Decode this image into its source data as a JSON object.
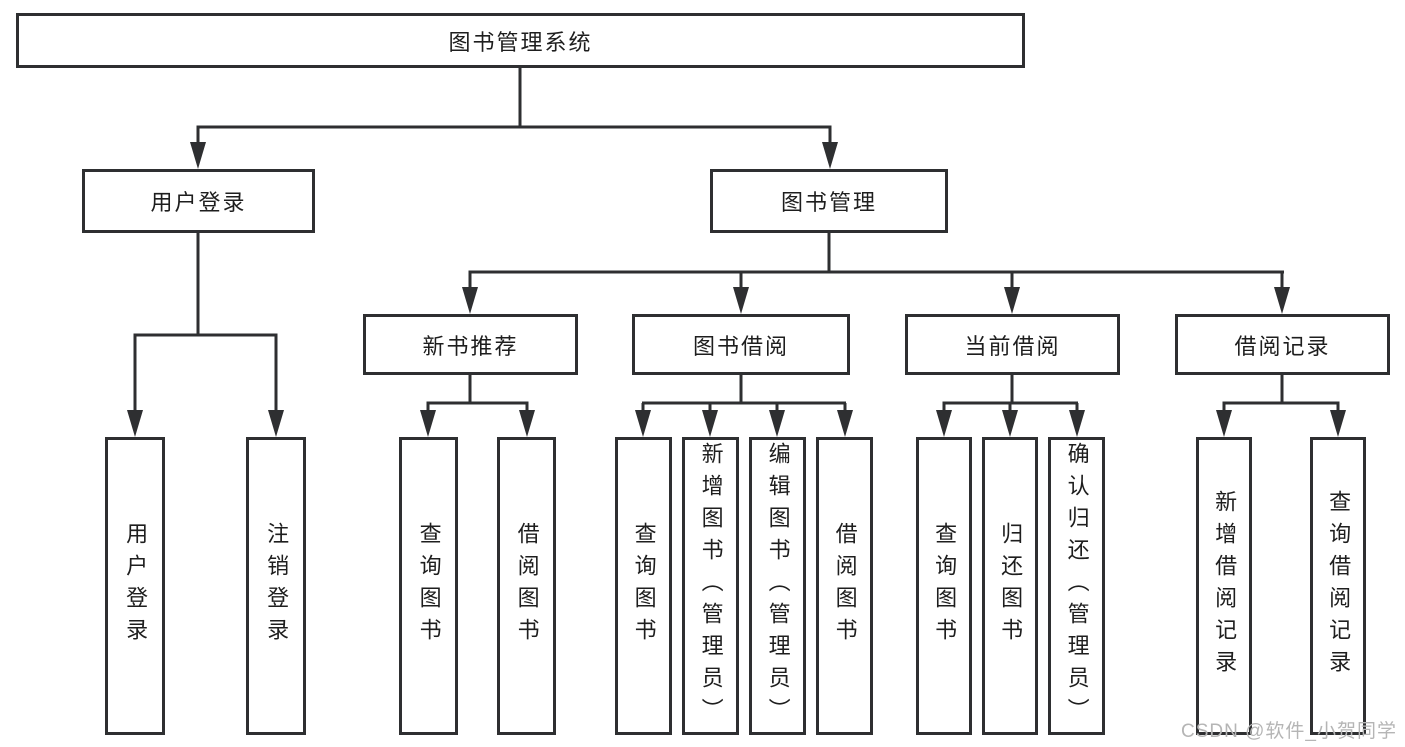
{
  "tree": {
    "label": "图书管理系统",
    "children": [
      {
        "label": "用户登录",
        "children": [
          {
            "label": "用户登录"
          },
          {
            "label": "注销登录"
          }
        ]
      },
      {
        "label": "图书管理",
        "children": [
          {
            "label": "新书推荐",
            "children": [
              {
                "label": "查询图书"
              },
              {
                "label": "借阅图书"
              }
            ]
          },
          {
            "label": "图书借阅",
            "children": [
              {
                "label": "查询图书"
              },
              {
                "label": "新增图书（管理员）"
              },
              {
                "label": "编辑图书（管理员）"
              },
              {
                "label": "借阅图书"
              }
            ]
          },
          {
            "label": "当前借阅",
            "children": [
              {
                "label": "查询图书"
              },
              {
                "label": "归还图书"
              },
              {
                "label": "确认归还（管理员）"
              }
            ]
          },
          {
            "label": "借阅记录",
            "children": [
              {
                "label": "新增借阅记录"
              },
              {
                "label": "查询借阅记录"
              }
            ]
          }
        ]
      }
    ]
  },
  "watermark": "CSDN @软件_小贺同学",
  "colors": {
    "line": "#2e2f31",
    "text": "#1e1e1e",
    "box_background": "#ffffff",
    "watermark": "#b5b5b5"
  }
}
